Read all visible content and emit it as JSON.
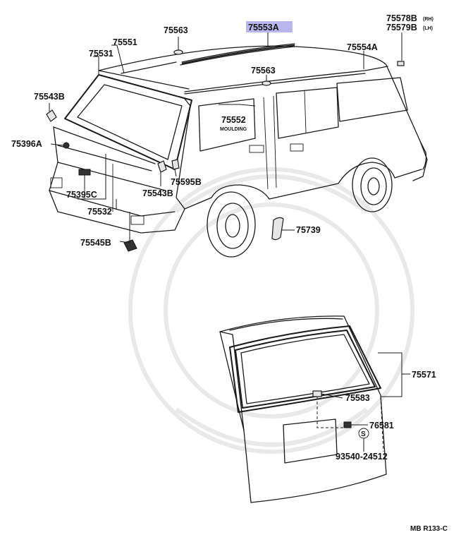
{
  "labels": {
    "p75553A": "75553A",
    "p75563_top": "75563",
    "p75551": "75551",
    "p75531": "75531",
    "p75578B": "75578B",
    "p75578B_sup": "(RH)",
    "p75579B": "75579B",
    "p75579B_sup": "(LH)",
    "p75554A": "75554A",
    "p75563_mid": "75563",
    "p75543B_top": "75543B",
    "p75552": "75552",
    "moulding": "MOULDING",
    "p75396A": "75396A",
    "p75595B": "75595B",
    "p75543B_low": "75543B",
    "p75395C": "75395C",
    "p75532": "75532",
    "p75739": "75739",
    "p75545B": "75545B",
    "p75571": "75571",
    "p75583": "75583",
    "p76581": "76581",
    "p93540": "93540-24512",
    "screw_symbol": "S",
    "figure_code": "MB R133-C"
  },
  "colors": {
    "line": "#1a1a1a",
    "highlight": "#b9b6ee",
    "watermark": "#e9e9e9",
    "part_fill": "#e6e6e6"
  }
}
